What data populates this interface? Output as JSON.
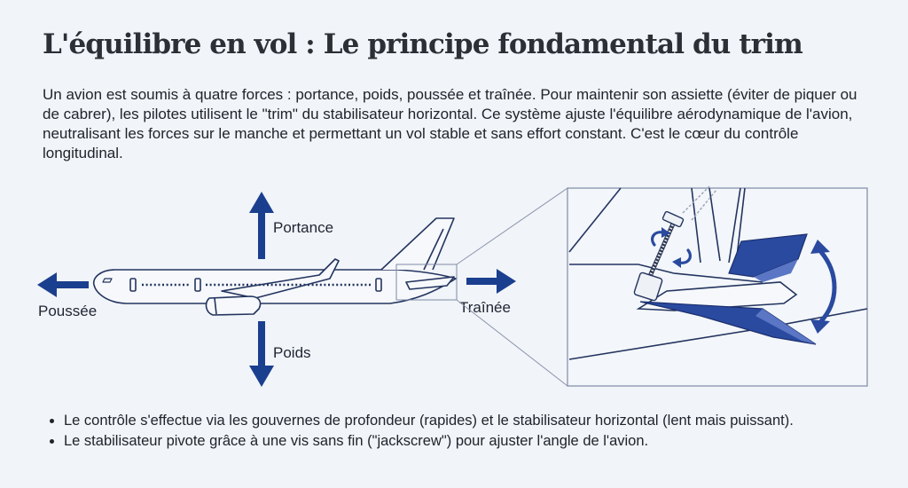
{
  "title": "L'équilibre en vol : Le principe fondamental du trim",
  "intro": "Un avion est soumis à quatre forces : portance, poids, poussée et traînée. Pour maintenir son assiette (éviter de piquer ou de cabrer), les pilotes utilisent le \"trim\" du stabilisateur horizontal. Ce système ajuste l'équilibre aérodynamique de l'avion, neutralisant les forces sur le manche et permettant un vol stable et sans effort constant. C'est le cœur du contrôle longitudinal.",
  "forces": {
    "lift": "Portance",
    "weight": "Poids",
    "thrust": "Poussée",
    "drag": "Traînée"
  },
  "colors": {
    "arrow": "#1b3f8f",
    "outline": "#23345f",
    "stabilizer": "#2a4aa0",
    "stabilizer_light": "#5a76c4",
    "background": "#f1f4f8"
  },
  "icons": {
    "rotation": "curved-double-arrow-icon",
    "jackscrew_turn": "circular-arrows-icon"
  },
  "bullets": [
    "Le contrôle s'effectue via les gouvernes de profondeur (rapides) et le stabilisateur horizontal (lent mais puissant).",
    "Le stabilisateur pivote grâce à une vis sans fin (\"jackscrew\") pour ajuster l'angle de l'avion."
  ]
}
